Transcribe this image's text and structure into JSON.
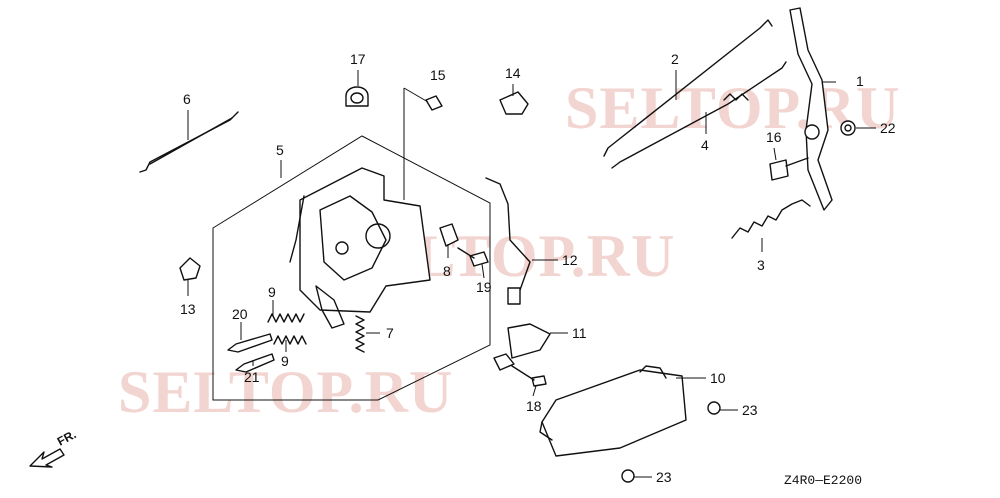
{
  "watermark": "SELTOP.RU",
  "diagram_code": "Z4R0—E2200",
  "front_label": "FR.",
  "callouts": [
    "1",
    "2",
    "3",
    "4",
    "5",
    "6",
    "7",
    "8",
    "9",
    "9",
    "10",
    "11",
    "12",
    "13",
    "14",
    "15",
    "16",
    "17",
    "18",
    "19",
    "20",
    "21",
    "22",
    "23",
    "23"
  ]
}
